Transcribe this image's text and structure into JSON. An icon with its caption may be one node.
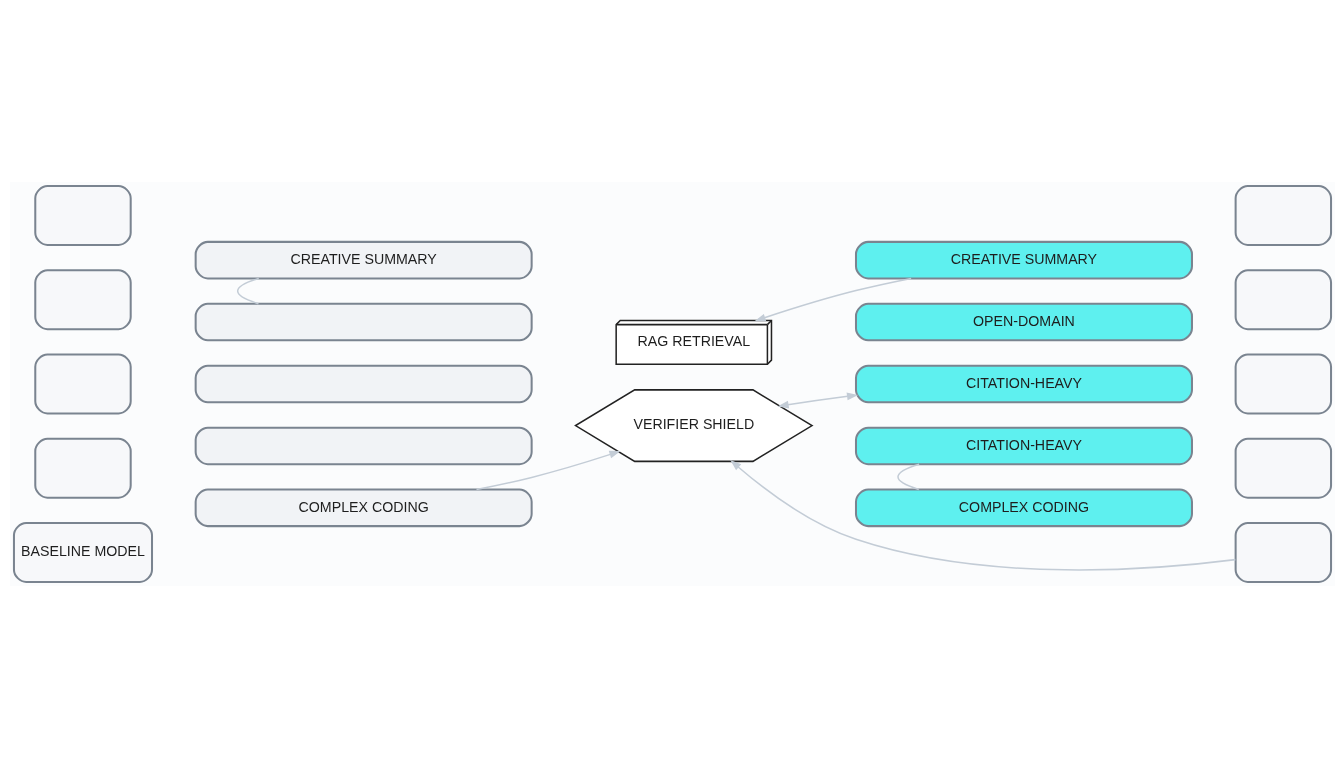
{
  "diagram": {
    "nodes": [
      {
        "text": [],
        "shape": "box"
      },
      {
        "text": [
          "CREATIVE SUMMARY"
        ]
      },
      {
        "text": [],
        "shape": "box"
      },
      {
        "text": [],
        "shape": "bar"
      },
      {
        "text": [],
        "shape": "box"
      },
      {
        "text": [],
        "shape": "bar"
      },
      {
        "text": [],
        "shape": "box"
      },
      {
        "text": [],
        "shape": "bar"
      },
      {
        "text": [
          "BASELINE MODEL"
        ]
      },
      {
        "text": [
          "COMPLEX CODING"
        ]
      },
      {
        "text": [
          "RAG RETRIEVAL"
        ]
      },
      {
        "text": [
          "VERIFIER SHIELD"
        ]
      },
      {
        "text": [
          "CREATIVE SUMMARY"
        ]
      },
      {
        "text": [],
        "shape": "box"
      },
      {
        "text": [
          "OPEN-DOMAIN"
        ]
      },
      {
        "text": [],
        "shape": "box"
      },
      {
        "text": [
          "CITATION-HEAVY"
        ]
      },
      {
        "text": [],
        "shape": "box"
      },
      {
        "text": [
          "CITATION-HEAVY"
        ]
      },
      {
        "text": [],
        "shape": "box"
      },
      {
        "text": [
          "COMPLEX CODING"
        ]
      },
      {
        "text": [],
        "shape": "box"
      }
    ],
    "edges": [
      {
        "from": 1,
        "to": 3,
        "arrow": "none"
      },
      {
        "from": 9,
        "to": 11,
        "arrow": "to"
      },
      {
        "from": 12,
        "to": 10,
        "arrow": "to"
      },
      {
        "from": 16,
        "to": 11,
        "arrow": "both"
      },
      {
        "from": 18,
        "to": 20,
        "arrow": "none"
      },
      {
        "from": 21,
        "to": 11,
        "arrow": "to"
      }
    ]
  }
}
